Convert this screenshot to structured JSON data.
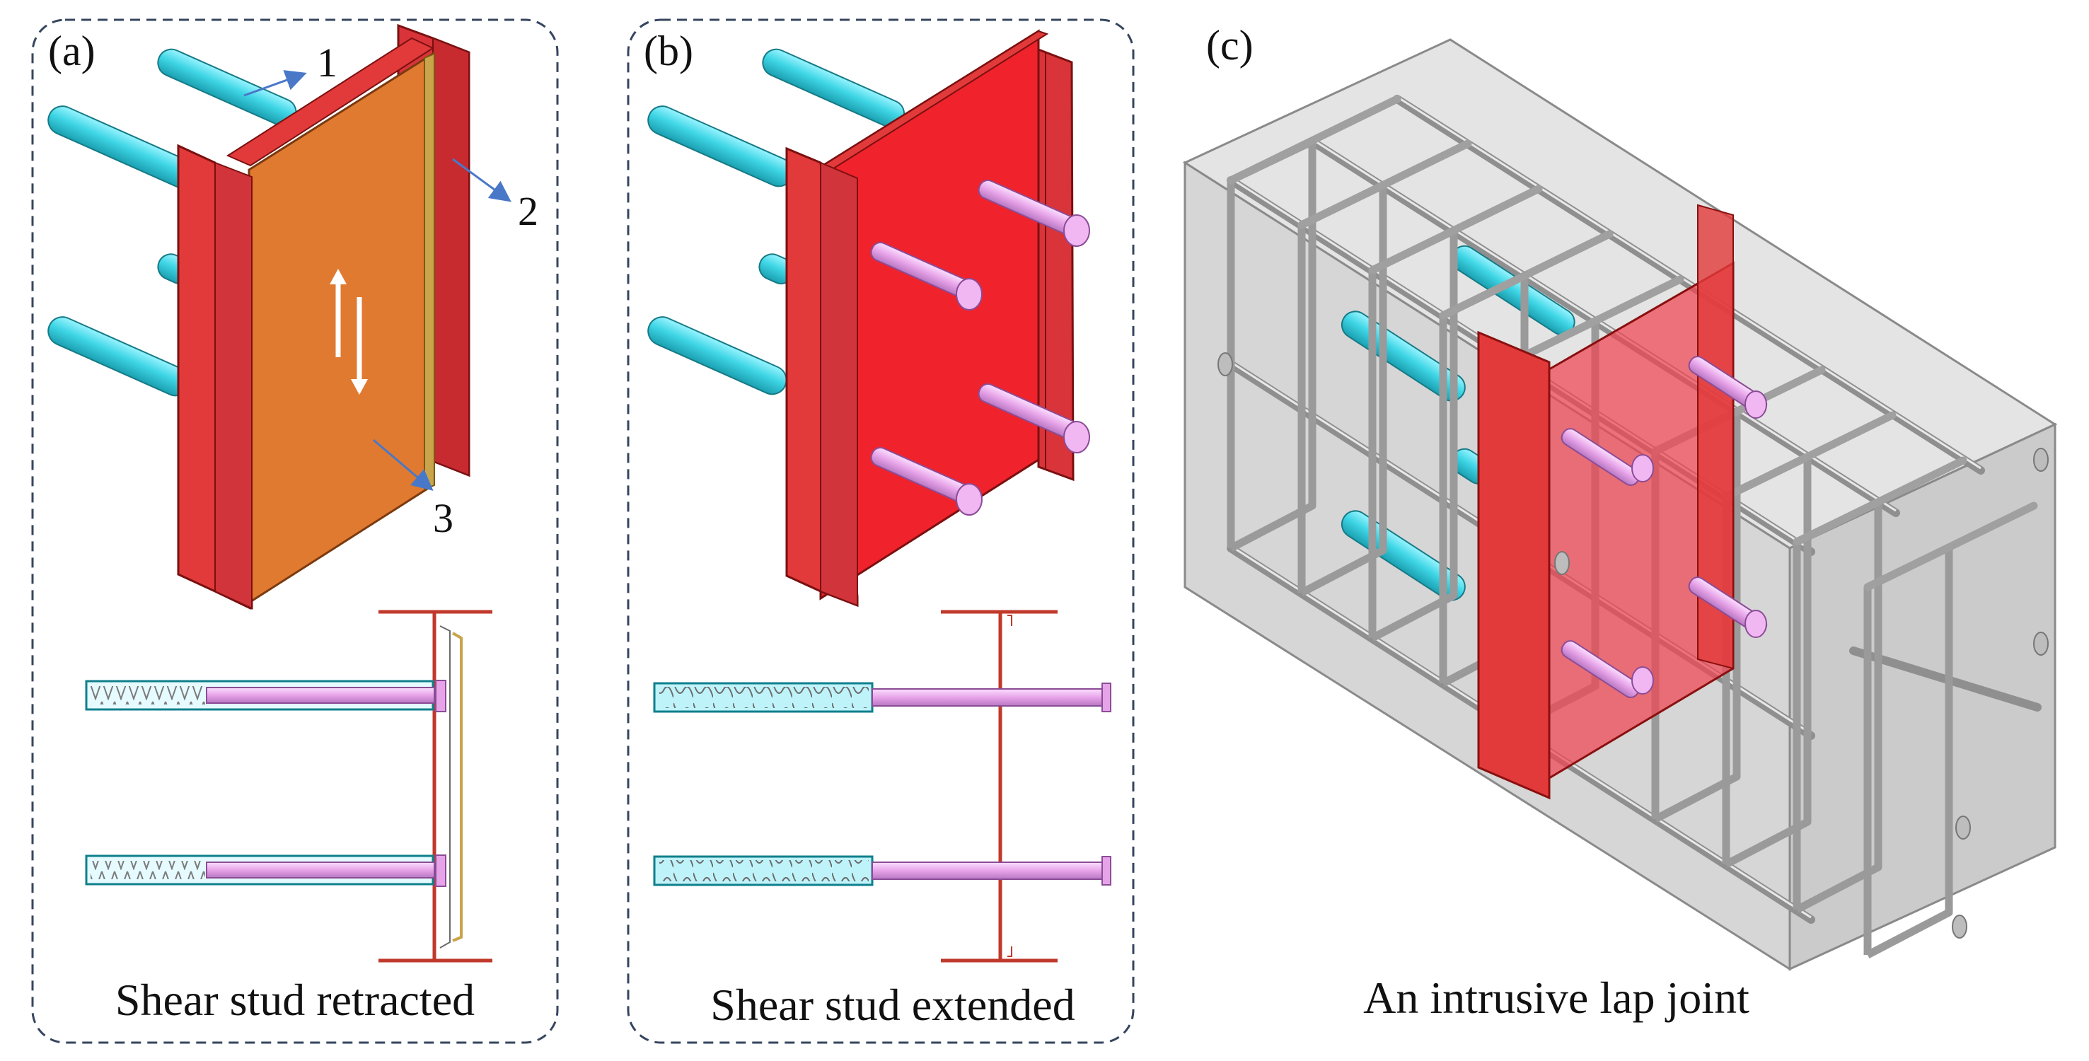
{
  "panels": [
    {
      "label": "(a)",
      "caption": "Shear stud retracted"
    },
    {
      "label": "(b)",
      "caption": "Shear stud extended"
    },
    {
      "label": "(c)",
      "caption": "An intrusive lap joint"
    }
  ],
  "callouts": [
    "1",
    "2",
    "3"
  ],
  "colors": {
    "rebar_cyan": "#3fd6e6",
    "flange_red": "#e23a3a",
    "plate_orange": "#e07a30",
    "stud_pink": "#e7a3e8",
    "concrete_gray": "#d9d9d9",
    "steel_gray": "#a6a6a6",
    "frame_navy": "#36455f",
    "arrow_blue": "#4a78c8"
  }
}
